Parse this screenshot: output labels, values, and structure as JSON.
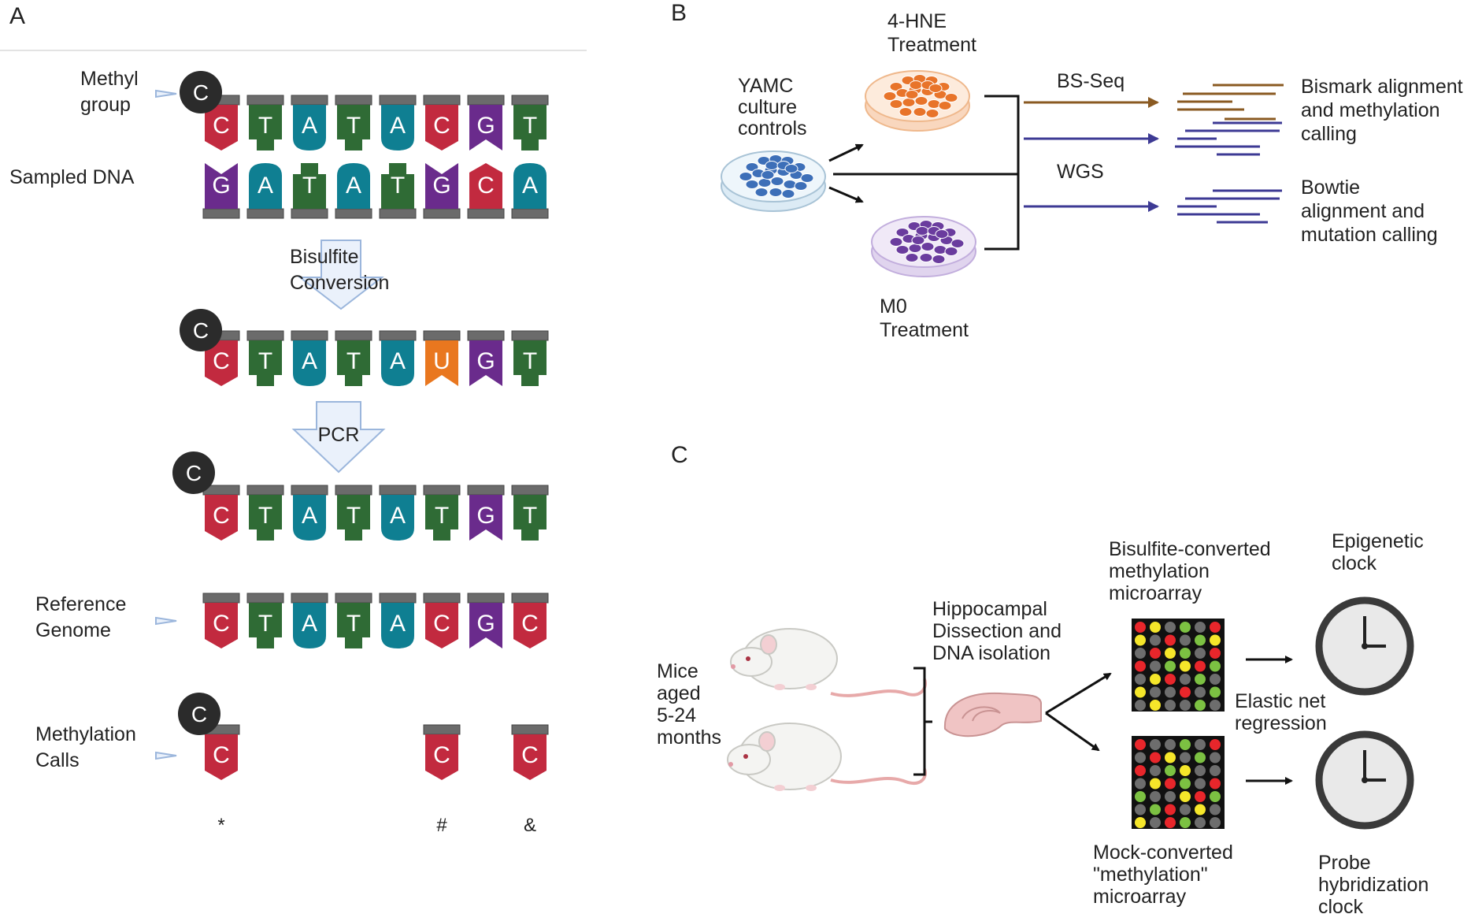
{
  "colors": {
    "C": "#c22a3f",
    "T": "#2f6b35",
    "A": "#0f7f92",
    "G": "#6a2b8c",
    "U": "#e9771f",
    "backbone": "#6b6b6b",
    "methyl": "#2b2b2b",
    "arrow_fill": "#eaf1fb",
    "arrow_stroke": "#9bb6dc",
    "bs_seq": "#8a5a22",
    "wgs": "#3d3a94",
    "orange_cells": "#e8742a",
    "blue_cells": "#3d6fb8",
    "purple_cells": "#6a3c9e",
    "array_bg": "#111111"
  },
  "panel_a": {
    "label": "A",
    "methyl_group_label": "Methyl\ngroup",
    "methyl_symbol": "C",
    "sampled_dna_label": "Sampled DNA",
    "strand_top": [
      "C",
      "T",
      "A",
      "T",
      "A",
      "C",
      "G",
      "T"
    ],
    "strand_bottom": [
      "G",
      "A",
      "T",
      "A",
      "T",
      "G",
      "C",
      "A"
    ],
    "bisulfite_label": "Bisulfite\nConversion",
    "converted_strand": [
      "C",
      "T",
      "A",
      "T",
      "A",
      "U",
      "G",
      "T"
    ],
    "pcr_label": "PCR",
    "pcr_strand": [
      "C",
      "T",
      "A",
      "T",
      "A",
      "T",
      "G",
      "T"
    ],
    "reference_label": "Reference\nGenome",
    "reference_strand": [
      "C",
      "T",
      "A",
      "T",
      "A",
      "C",
      "G",
      "C"
    ],
    "calls_label": "Methylation\nCalls",
    "calls": [
      {
        "base": "C",
        "symbol": "*",
        "methylated": true,
        "position": 0
      },
      {
        "base": "C",
        "symbol": "#",
        "methylated": false,
        "position": 5
      },
      {
        "base": "C",
        "symbol": "&",
        "methylated": false,
        "position": 7
      }
    ]
  },
  "panel_b": {
    "label": "B",
    "controls_label": "YAMC\nculture\ncontrols",
    "hne_label": "4-HNE\nTreatment",
    "m0_label": "M0\nTreatment",
    "bsseq_label": "BS-Seq",
    "wgs_label": "WGS",
    "bismark_label": "Bismark alignment\nand methylation\ncalling",
    "bowtie_label": "Bowtie\nalignment and\nmutation calling"
  },
  "panel_c": {
    "label": "C",
    "mice_label": "Mice\naged\n5-24\nmonths",
    "dissection_label": "Hippocampal\nDissection and\nDNA isolation",
    "bisulfite_array_label": "Bisulfite-converted\nmethylation\nmicroarray",
    "mock_array_label": "Mock-converted\n\"methylation\"\nmicroarray",
    "regression_label": "Elastic net\nregression",
    "epigenetic_clock_label": "Epigenetic\nclock",
    "probe_clock_label": "Probe\nhybridization\nclock",
    "array_top": [
      [
        "R",
        "Y",
        "K",
        "G",
        "K",
        "R"
      ],
      [
        "Y",
        "K",
        "R",
        "K",
        "G",
        "Y"
      ],
      [
        "K",
        "R",
        "Y",
        "G",
        "K",
        "R"
      ],
      [
        "R",
        "K",
        "G",
        "Y",
        "R",
        "G"
      ],
      [
        "K",
        "Y",
        "R",
        "K",
        "G",
        "K"
      ],
      [
        "Y",
        "K",
        "K",
        "R",
        "K",
        "G"
      ],
      [
        "K",
        "Y",
        "K",
        "K",
        "G",
        "K"
      ]
    ],
    "array_bottom": [
      [
        "R",
        "K",
        "K",
        "G",
        "K",
        "R"
      ],
      [
        "K",
        "R",
        "Y",
        "K",
        "G",
        "K"
      ],
      [
        "R",
        "K",
        "G",
        "Y",
        "K",
        "K"
      ],
      [
        "K",
        "Y",
        "R",
        "G",
        "K",
        "R"
      ],
      [
        "G",
        "K",
        "K",
        "Y",
        "R",
        "G"
      ],
      [
        "K",
        "G",
        "R",
        "K",
        "Y",
        "K"
      ],
      [
        "Y",
        "K",
        "R",
        "G",
        "K",
        "K"
      ]
    ]
  }
}
